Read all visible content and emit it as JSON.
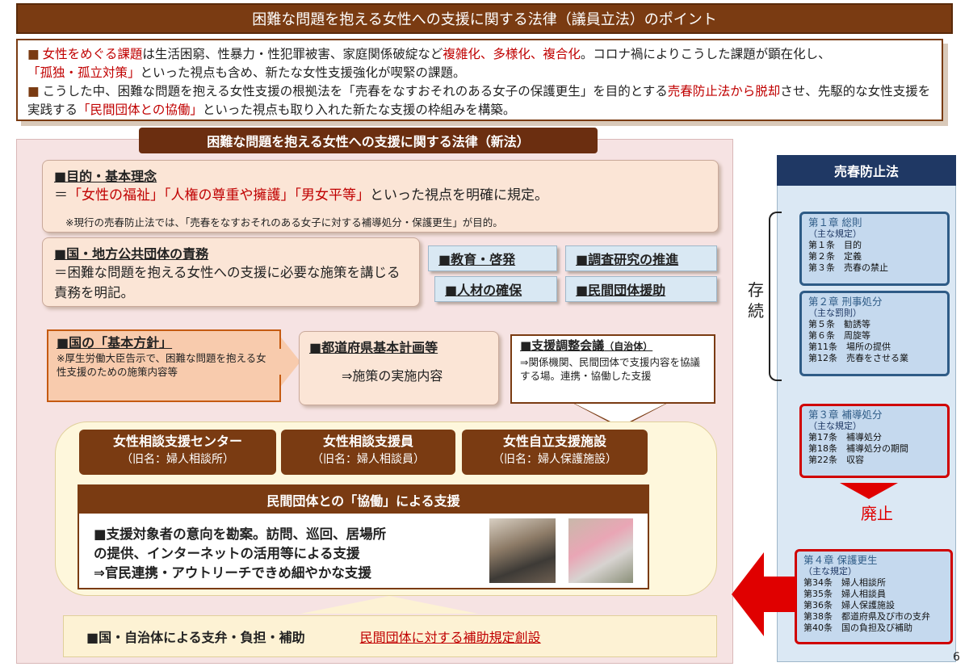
{
  "title": "困難な問題を抱える女性への支援に関する法律（議員立法）のポイント",
  "intro": {
    "p1_a": "女性をめぐる課題",
    "p1_b": "は生活困窮、性暴力・性犯罪被害、家庭関係破綻など",
    "p1_c": "複雑化、多様化、複合化",
    "p1_d": "。コロナ禍によりこうした課題が顕在化し、",
    "p1_e": "「孤独・孤立対策」",
    "p1_f": "といった視点も含め、新たな女性支援強化が喫緊の課題。",
    "p2_a": "こうした中、困難な問題を抱える女性支援の根拠法を「売春をなすおそれのある女子の保護更生」を目的とする",
    "p2_b": "売春防止法から脱却",
    "p2_c": "させ、先駆的な女性支援を実践する",
    "p2_d": "「民間団体との協働」",
    "p2_e": "といった視点も取り入れた新たな支援の枠組みを構築。"
  },
  "newlaw": {
    "tab": "困難な問題を抱える女性への支援に関する法律（新法）",
    "purpose": {
      "heading": "■目的・基本理念",
      "pre": "＝",
      "r1": "「女性の福祉」",
      "r2": "「人権の尊重や擁護」",
      "r3": "「男女平等」",
      "post": "といった視点を明確に規定。",
      "note": "※現行の売春防止法では、「売春をなすおそれのある女子に対する補導処分・保護更生」が目的。"
    },
    "resp": {
      "heading": "■国・地方公共団体の責務",
      "body": "＝困難な問題を抱える女性への支援に必要な施策を講じる責務を明記。"
    },
    "chips": [
      "■教育・啓発",
      "■調査研究の推進",
      "■人材の確保",
      "■民間団体援助"
    ],
    "kihon": {
      "heading": "■国の「基本方針」",
      "body": "※厚生労働大臣告示で、困難な問題を抱える女性支援のための施策内容等"
    },
    "pref": {
      "heading": "■都道府県基本計画等",
      "body": "⇒施策の実施内容"
    },
    "chosei": {
      "heading": "■支援調整会議",
      "heading_small": "（自治体）",
      "body": "⇒関係機関、民間団体で支援内容を協議する場。連携・協働した支援"
    },
    "services": [
      {
        "name": "女性相談支援センター",
        "old": "（旧名：婦人相談所）"
      },
      {
        "name": "女性相談支援員",
        "old": "（旧名：婦人相談員）"
      },
      {
        "name": "女性自立支援施設",
        "old": "（旧名：婦人保護施設）"
      }
    ],
    "kyodo": {
      "heading": "民間団体との「協働」による支援",
      "line1": "■支援対象者の意向を勘案。訪問、巡回、居場所",
      "line2": "の提供、インターネットの活用等による支援",
      "line3": "⇒官民連携・アウトリーチできめ細やかな支援"
    },
    "funding": {
      "text": "■国・自治体による支弁・負担・補助",
      "link": "民間団体に対する補助規定創設"
    }
  },
  "baishun": {
    "heading": "売春防止法",
    "sonzoku": "存続",
    "haishi": "廃止",
    "chapters": [
      {
        "title": "第１章 総則",
        "sub": "（主な規定）",
        "rows": [
          "第１条　目的",
          "第２条　定義",
          "第３条　売春の禁止"
        ]
      },
      {
        "title": "第２章 刑事処分",
        "sub": "（主な罰則）",
        "rows": [
          "第５条　勧誘等",
          "第６条　周旋等",
          "第11条　場所の提供",
          "第12条　売春をさせる業"
        ]
      },
      {
        "title": "第３章 補導処分",
        "sub": "（主な規定）",
        "rows": [
          "第17条　補導処分",
          "第18条　補導処分の期間",
          "第22条　収容"
        ]
      },
      {
        "title": "第４章 保護更生",
        "sub": "（主な規定）",
        "rows": [
          "第34条　婦人相談所",
          "第35条　婦人相談員",
          "第36条　婦人保護施設",
          "第38条　都道府県及び市の支弁",
          "第40条　国の負担及び補助"
        ]
      }
    ]
  },
  "page_number": "6"
}
